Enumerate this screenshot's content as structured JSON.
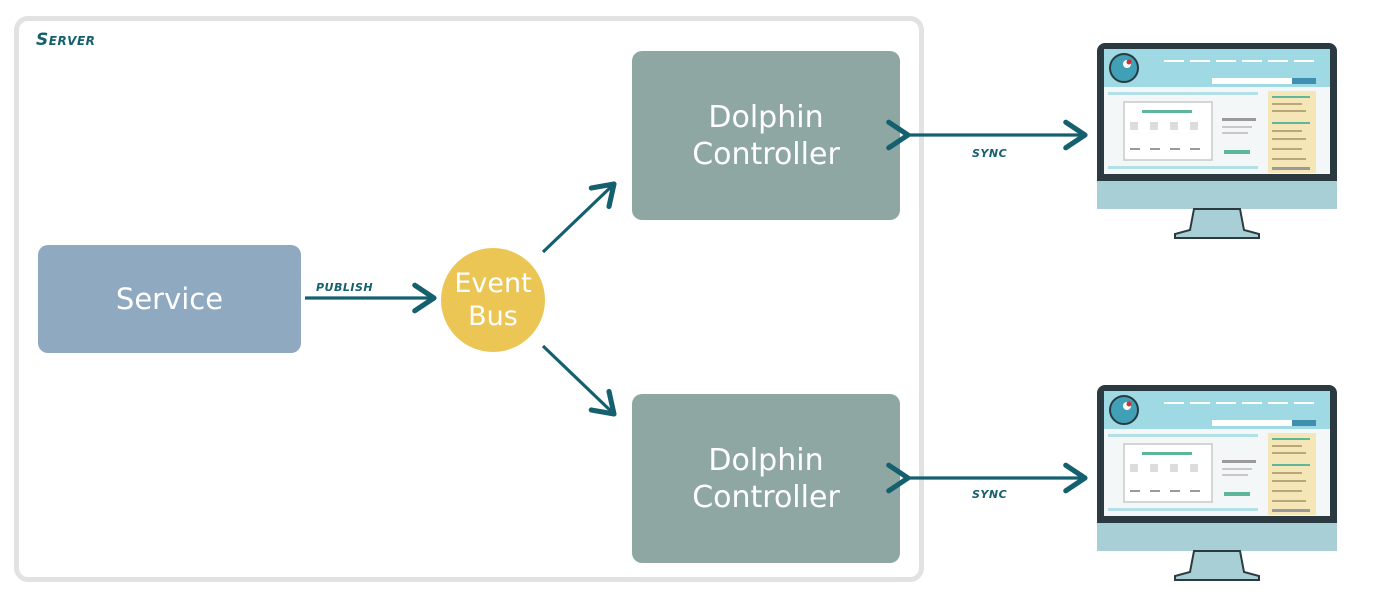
{
  "server": {
    "label": "Server"
  },
  "service": {
    "label": "Service"
  },
  "event_bus": {
    "line1": "Event",
    "line2": "Bus"
  },
  "controllers": [
    {
      "line1": "Dolphin",
      "line2": "Controller"
    },
    {
      "line1": "Dolphin",
      "line2": "Controller"
    }
  ],
  "edges": {
    "publish": "publish",
    "sync": [
      "sync",
      "sync"
    ]
  },
  "colors": {
    "arrow": "#14606f",
    "service": "#8fa9c1",
    "controller": "#8ea7a3",
    "event_bus": "#ecc655",
    "server_border": "#e2e2e2"
  },
  "icons": {
    "client": "monitor-icon",
    "logo": "dolphin-logo-icon"
  }
}
